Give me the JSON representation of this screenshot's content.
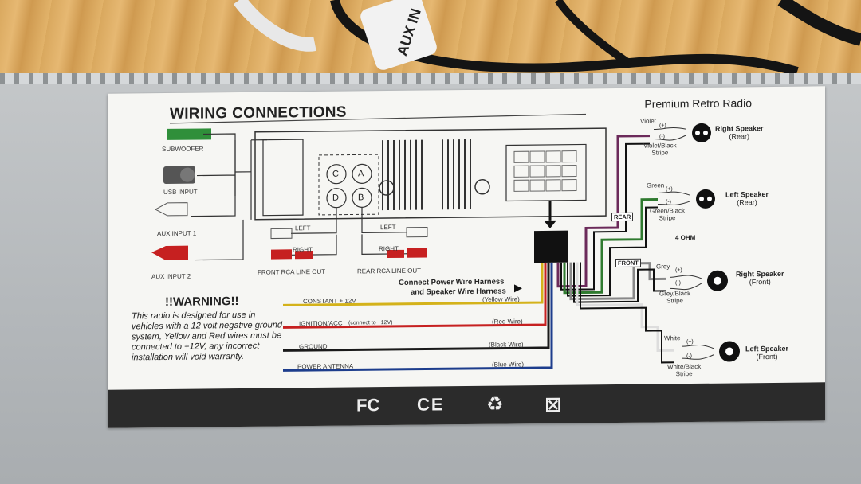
{
  "sticker": {
    "title": "WIRING CONNECTIONS",
    "brand": "Premium Retro Radio",
    "cable_tag": "AUX IN",
    "inputs": {
      "subwoofer": "SUBWOOFER",
      "usb": "USB INPUT",
      "aux1": "AUX INPUT 1",
      "aux2": "AUX INPUT 2"
    },
    "connector_letters": [
      "C",
      "A",
      "D",
      "B"
    ],
    "rca": {
      "left": "LEFT",
      "right": "RIGHT",
      "front_out": "FRONT RCA LINE OUT",
      "rear_out": "REAR RCA LINE OUT"
    },
    "harness_note_1": "Connect Power Wire Harness",
    "harness_note_2": "and Speaker Wire Harness",
    "power_wires": [
      {
        "label": "CONSTANT + 12V",
        "color_name": "(Yellow Wire)",
        "color": "#d4b21a"
      },
      {
        "label": "IGNITION/ACC",
        "sub": "(connect to +12V)",
        "color_name": "(Red Wire)",
        "color": "#c62020"
      },
      {
        "label": "GROUND",
        "color_name": "(Black Wire)",
        "color": "#1a1a1a"
      },
      {
        "label": "POWER ANTENNA",
        "color_name": "(Blue Wire)",
        "color": "#1d3d8c"
      }
    ],
    "group_labels": {
      "rear": "REAR",
      "front": "FRONT",
      "ohm": "4 OHM"
    },
    "speakers": [
      {
        "wire": "Violet",
        "stripe_1": "Violet/Black",
        "stripe_2": "Stripe",
        "name": "Right Speaker",
        "pos": "(Rear)"
      },
      {
        "wire": "Green",
        "stripe_1": "Green/Black",
        "stripe_2": "Stripe",
        "name": "Left Speaker",
        "pos": "(Rear)"
      },
      {
        "wire": "Grey",
        "stripe_1": "Grey/Black",
        "stripe_2": "Stripe",
        "name": "Right Speaker",
        "pos": "(Front)"
      },
      {
        "wire": "White",
        "stripe_1": "White/Black",
        "stripe_2": "Stripe",
        "name": "Left Speaker",
        "pos": "(Front)"
      }
    ],
    "polarity": {
      "plus": "(+)",
      "minus": "(-)"
    },
    "warning_title": "!!WARNING!!",
    "warning_text": "This radio is designed for use in vehicles with a 12 volt negative ground system, Yellow and Red wires must be connected to +12V, any incorrect installation will void warranty.",
    "cert_marks": {
      "fc": "FC",
      "ce": "CE",
      "recycle": "♻",
      "weee": "⊠"
    }
  }
}
